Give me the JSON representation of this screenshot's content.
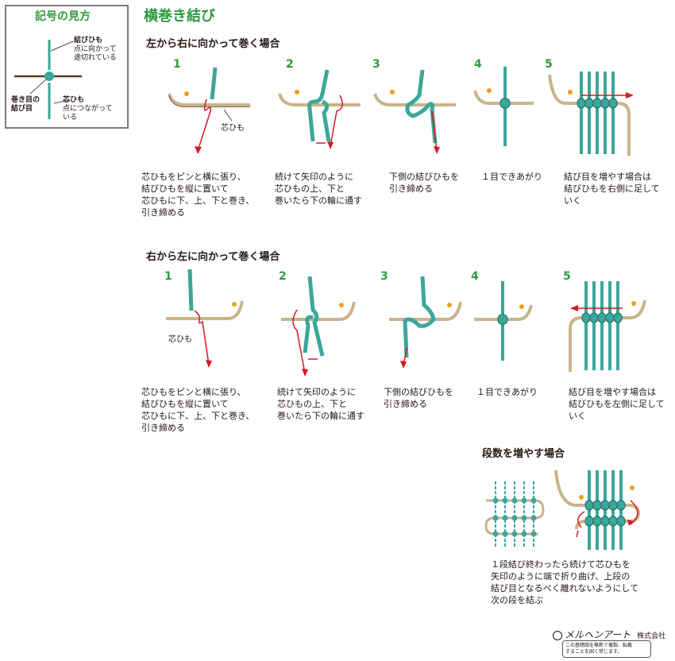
{
  "legend": {
    "title": "記号の見方",
    "musubi_label": "結びひも",
    "musubi_note": "点に向かって\n途切れている",
    "knot_label": "巻き目の\n結び目",
    "shin_label": "芯ひも",
    "shin_note": "点につながって\nいる"
  },
  "title": "横巻き結び",
  "section1": {
    "heading": "左から右に向かって巻く場合",
    "steps": [
      "1",
      "2",
      "3",
      "4",
      "5"
    ],
    "core_label": "芯ひも",
    "captions": [
      "芯ひもをピンと横に張り、\n結びひもを縦に置いて\n芯ひもに下、上、下と巻き、\n引き締める",
      "続けて矢印のように\n芯ひもの上、下と\n巻いたら下の輪に通す",
      "下側の結びひもを\n引き締める",
      "１目できあがり",
      "結び目を増やす場合は\n結びひもを右側に足して\nいく"
    ]
  },
  "section2": {
    "heading": "右から左に向かって巻く場合",
    "steps": [
      "1",
      "2",
      "3",
      "4",
      "5"
    ],
    "core_label": "芯ひも",
    "captions": [
      "芯ひもをピンと横に張り、\n結びひもを縦に置いて\n芯ひもに下、上、下と巻き、\n引き締める",
      "続けて矢印のように\n芯ひもの上、下と\n巻いたら下の輪に通す",
      "下側の結びひもを\n引き締める",
      "１目できあがり",
      "結び目を増やす場合は\n結びひもを左側に足して\nいく"
    ]
  },
  "section3": {
    "heading": "段数を増やす場合",
    "caption": "１段結び終わったら続けて芯ひもを\n矢印のように端で折り曲げ、上段の\n結び目となるべく離れないようにして\n次の段を結ぶ"
  },
  "footer": {
    "company_logo": "メルヘンアート",
    "company_suffix": "株式会社",
    "notice": "この基礎図を無断で複製、転載\nすることを固く禁じます。"
  },
  "colors": {
    "accent_green": "#2f9a3e",
    "cord_teal": "#3aa79a",
    "core_tan": "#c8b48a",
    "arrow_red": "#d71920",
    "pin_orange": "#e8a21c"
  }
}
